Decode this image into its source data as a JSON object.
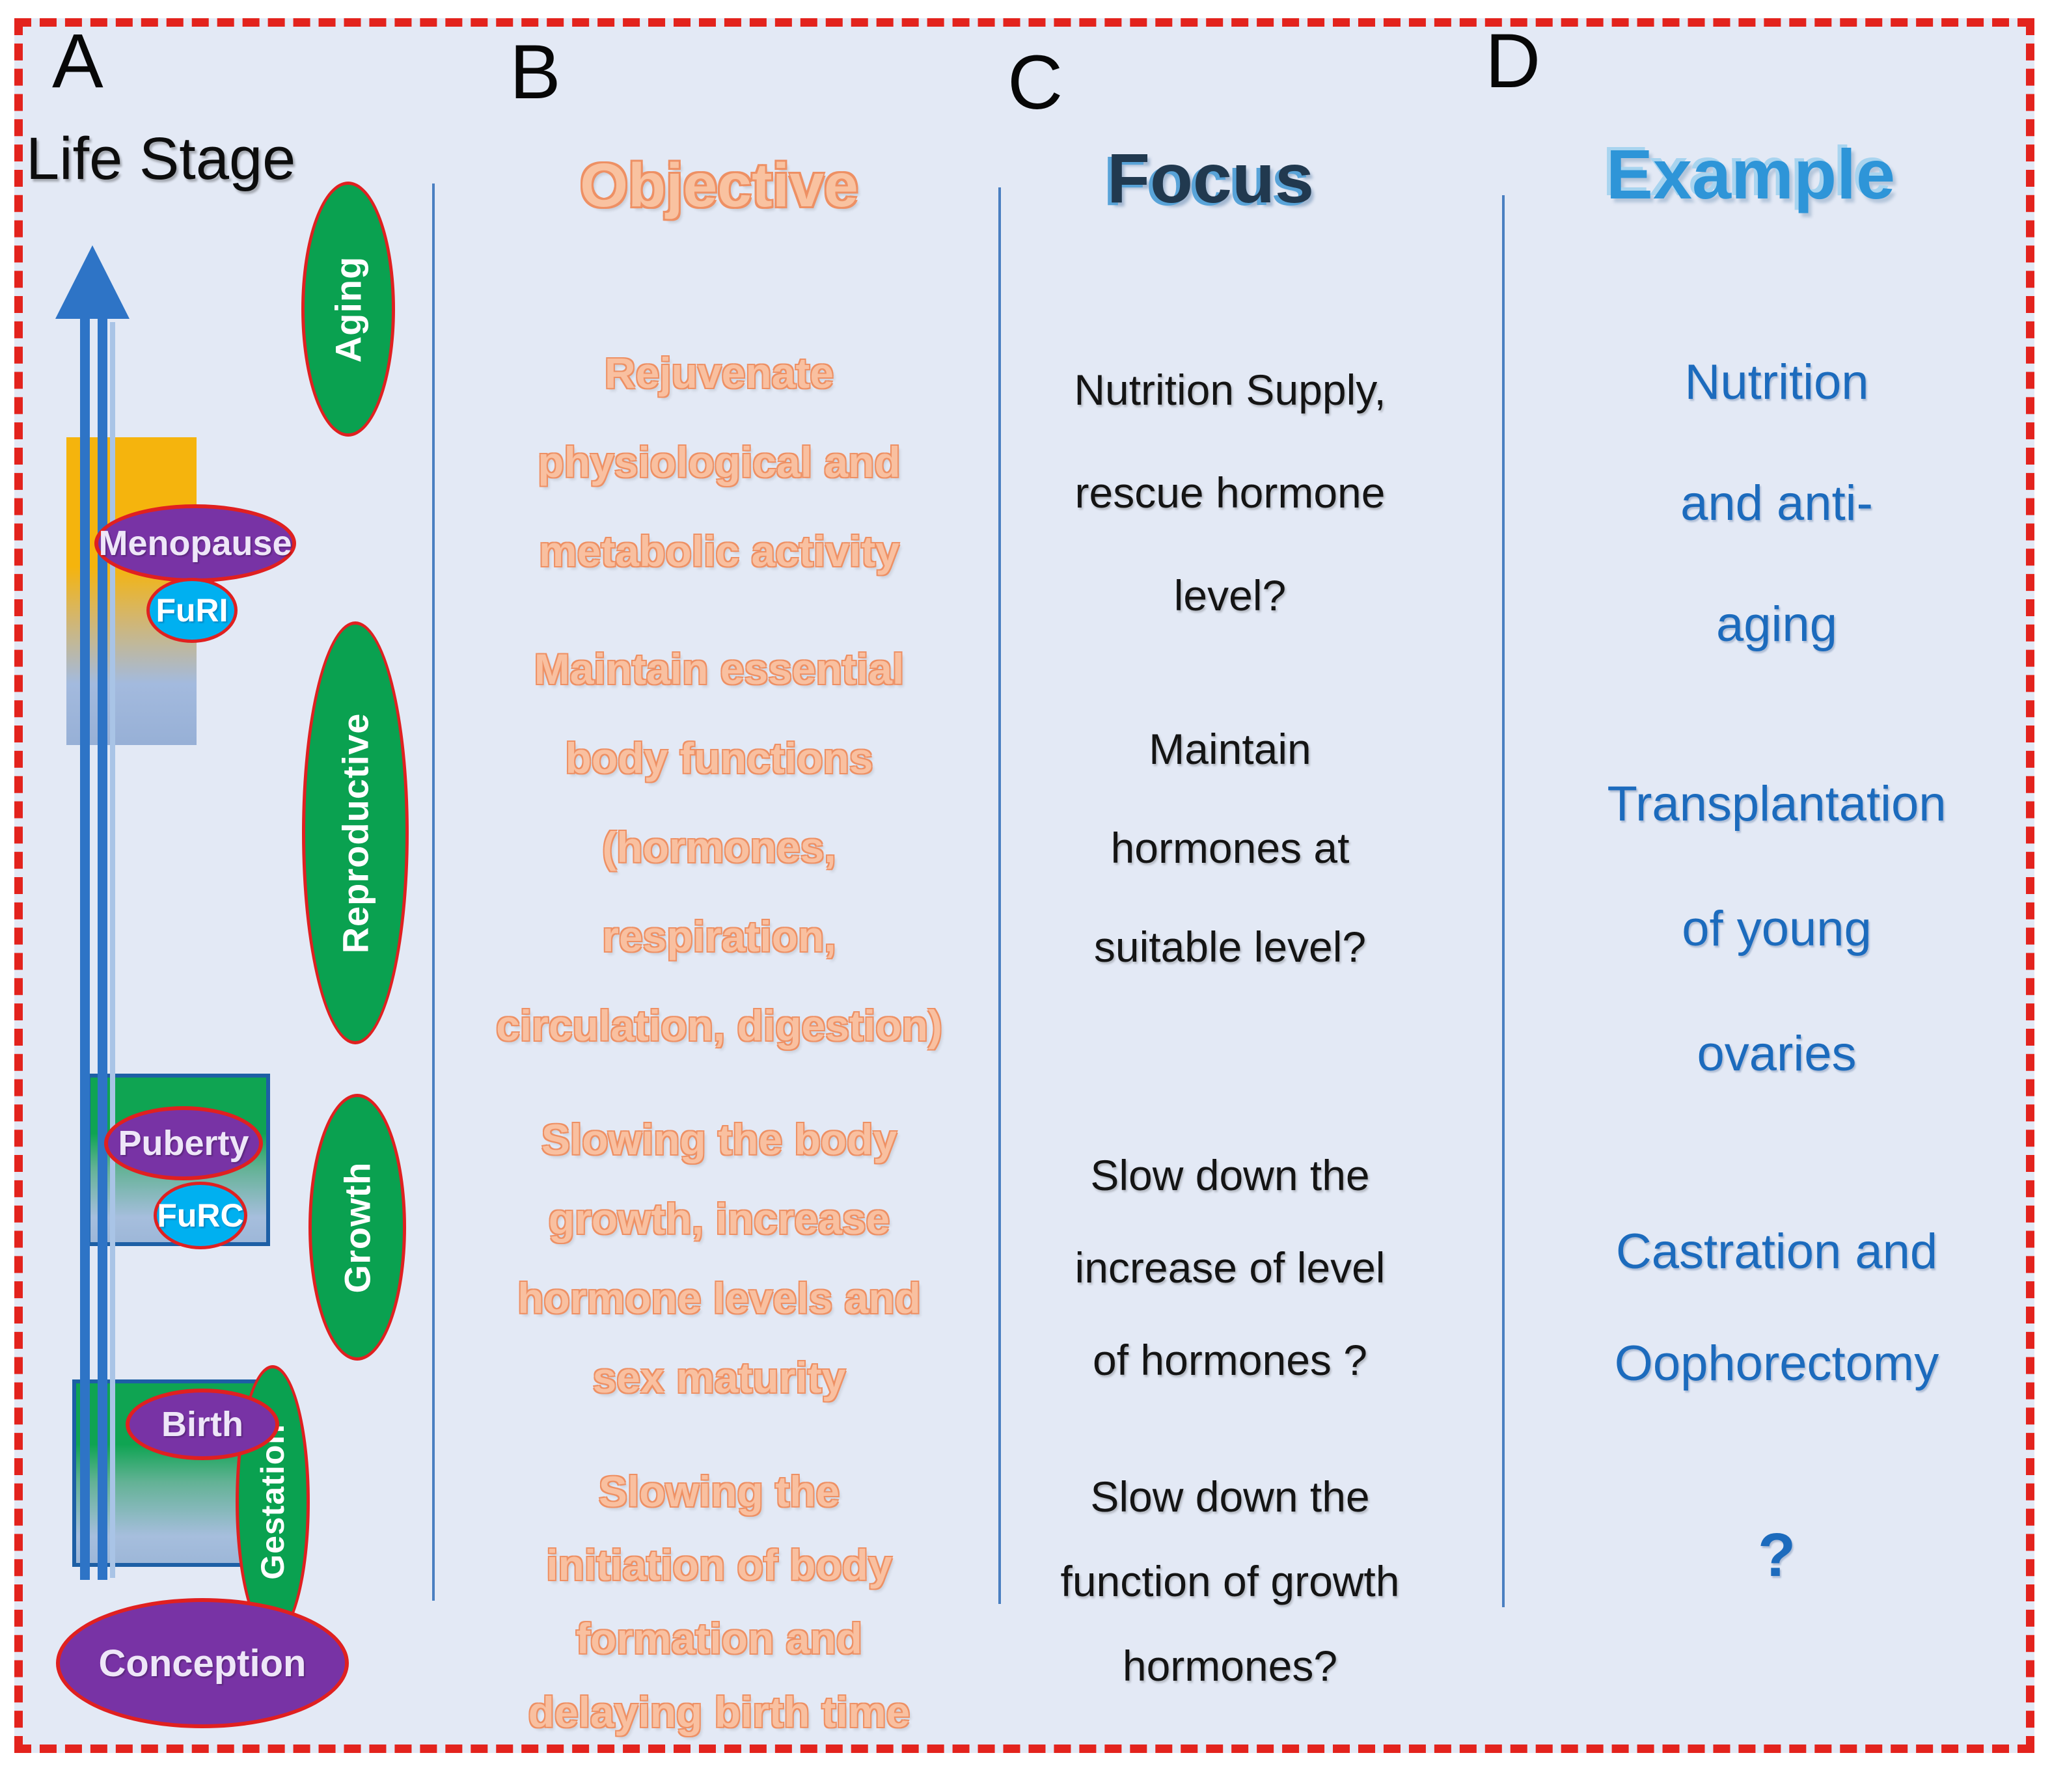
{
  "life_stage": {
    "letter": "A",
    "header": "Life Stage",
    "stages": [
      "Aging",
      "Reproductive",
      "Growth",
      "Gestation"
    ],
    "events": [
      "Menopause",
      "Puberty",
      "Birth",
      "Conception"
    ],
    "markers": [
      "FuRI",
      "FuRC"
    ]
  },
  "objective": {
    "letter": "B",
    "header": "Objective",
    "paragraphs": [
      {
        "lines": [
          "Rejuvenate",
          "physiological and",
          "metabolic activity"
        ]
      },
      {
        "lines": [
          "Maintain essential",
          "body functions",
          "(hormones,",
          "respiration,",
          "circulation, digestion)"
        ]
      },
      {
        "lines": [
          "Slowing the body",
          "growth, increase",
          "hormone levels and",
          "sex maturity"
        ]
      },
      {
        "lines": [
          "Slowing the",
          "initiation of body",
          "formation and",
          "delaying birth time"
        ]
      }
    ]
  },
  "focus": {
    "letter": "C",
    "header": "Focus",
    "paragraphs": [
      {
        "lines": [
          "Nutrition Supply,",
          "rescue hormone",
          "level?"
        ]
      },
      {
        "lines": [
          "Maintain",
          "hormones at",
          "suitable level?"
        ]
      },
      {
        "lines": [
          "Slow down the",
          "increase of level",
          "of hormones ?"
        ]
      },
      {
        "lines": [
          "Slow down the",
          "function of growth",
          "hormones?"
        ]
      }
    ]
  },
  "example": {
    "letter": "D",
    "header": "Example",
    "items": [
      {
        "lines": [
          "Nutrition",
          "and anti-",
          "aging"
        ]
      },
      {
        "lines": [
          "Transplantation",
          "of young",
          "ovaries"
        ]
      },
      {
        "lines": [
          "Castration and",
          "Oophorectomy"
        ]
      },
      {
        "lines": [
          "?"
        ]
      }
    ]
  },
  "colors": {
    "background": "#e3e9f5",
    "dashed_border_red": "#e3231d",
    "ellipse_border_red": "#e02020",
    "stage_green": "#0aa150",
    "event_purple": "#7833a5",
    "marker_cyan": "#00b0f0",
    "arrow_blue": "#2e74c6",
    "separator_blue": "#4a7fc1",
    "objective_salmon": "#ee9064",
    "focus_navy": "#21394f",
    "focus_glow_blue": "#58a3d8",
    "example_blue": "#2e95d8",
    "example_text_blue": "#1c6bbd",
    "yellow_highlight": "#f5b40d"
  }
}
